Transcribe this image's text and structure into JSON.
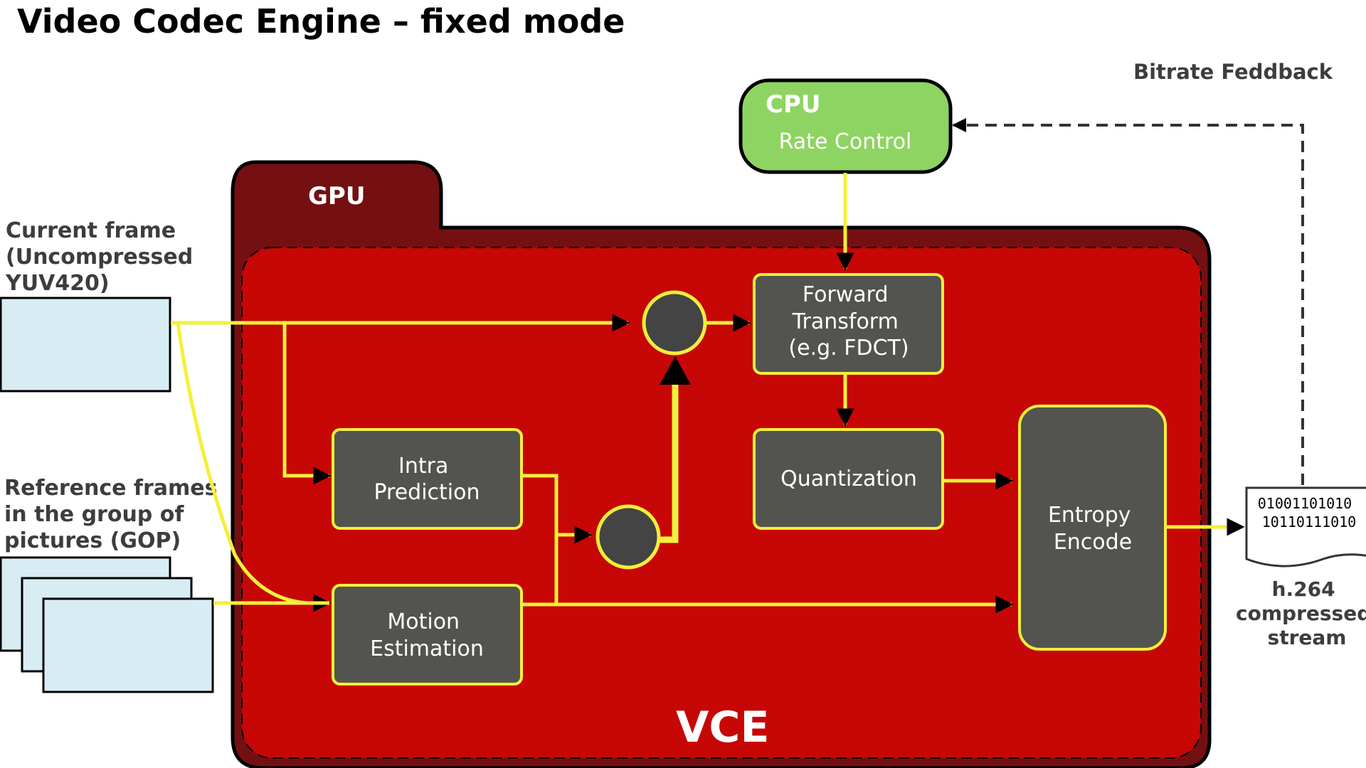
{
  "title": "Video Codec Engine – fixed mode",
  "feedback_label": "Bitrate Feddback",
  "cpu": {
    "title": "CPU",
    "subtitle": "Rate Control"
  },
  "gpu": {
    "title": "GPU"
  },
  "vce": {
    "title": "VCE"
  },
  "inputs": {
    "current_frame": [
      "Current frame",
      "(Uncompressed",
      "YUV420)"
    ],
    "reference_frames": [
      "Reference frames",
      "in the group of",
      "pictures (GOP)"
    ]
  },
  "blocks": {
    "forward_transform": [
      "Forward",
      "Transform",
      "(e.g. FDCT)"
    ],
    "quantization": [
      "Quantization"
    ],
    "intra_prediction": [
      "Intra",
      "Prediction"
    ],
    "motion_estimation": [
      "Motion",
      "Estimation"
    ],
    "entropy_encode": [
      "Entropy",
      "Encode"
    ]
  },
  "output": {
    "bits": [
      "01001101010",
      "10110111010"
    ],
    "label": [
      "h.264",
      "compressed",
      "stream"
    ]
  },
  "colors": {
    "cpu_fill": "#8ed462",
    "gpu_fill": "#751012",
    "vce_fill": "#c70606",
    "block_fill": "#53544f",
    "wire": "#f5ef3a",
    "frame_fill": "#d8edf3"
  }
}
